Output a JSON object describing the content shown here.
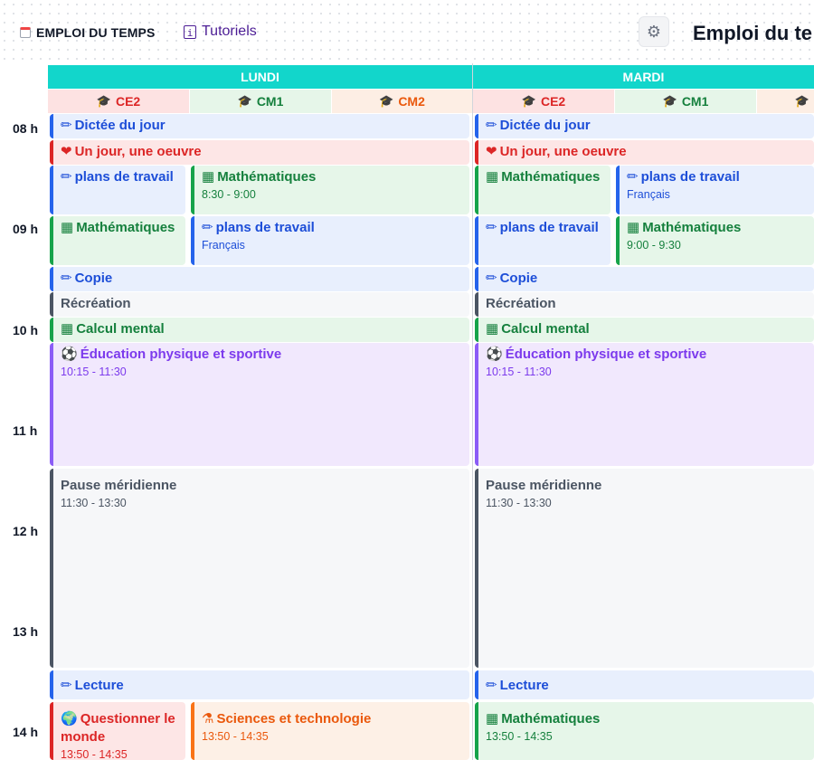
{
  "header": {
    "brand_label": "EMPLOI DU TEMPS",
    "tutorials_label": "Tutoriels",
    "page_title": "Emploi du te"
  },
  "days": [
    "LUNDI",
    "MARDI"
  ],
  "classes": {
    "lundi": [
      "CE2",
      "CM1",
      "CM2"
    ],
    "mardi": [
      "CE2",
      "CM1",
      ""
    ]
  },
  "hours": [
    "08 h",
    "09 h",
    "10 h",
    "11 h",
    "12 h",
    "13 h",
    "14 h"
  ],
  "events": {
    "lundi": [
      {
        "icon": "✏",
        "title": "Dictée du jour",
        "sub": ""
      },
      {
        "icon": "❤",
        "title": "Un jour, une oeuvre",
        "sub": ""
      },
      {
        "icon": "✏",
        "title": "plans de travail",
        "sub": ""
      },
      {
        "icon": "▦",
        "title": "Mathématiques",
        "sub": "8:30 - 9:00"
      },
      {
        "icon": "▦",
        "title": "Mathématiques",
        "sub": ""
      },
      {
        "icon": "✏",
        "title": "plans de travail",
        "sub": "Français"
      },
      {
        "icon": "✏",
        "title": "Copie",
        "sub": ""
      },
      {
        "icon": "",
        "title": "Récréation",
        "sub": ""
      },
      {
        "icon": "▦",
        "title": "Calcul mental",
        "sub": ""
      },
      {
        "icon": "⚽",
        "title": "Éducation physique et sportive",
        "sub": "10:15 - 11:30"
      },
      {
        "icon": "",
        "title": "Pause méridienne",
        "sub": "11:30 - 13:30"
      },
      {
        "icon": "✏",
        "title": "Lecture",
        "sub": ""
      },
      {
        "icon": "🌍",
        "title": "Questionner le monde",
        "sub": "13:50 - 14:35"
      },
      {
        "icon": "⚗",
        "title": "Sciences et technologie",
        "sub": "13:50 - 14:35"
      }
    ],
    "mardi": [
      {
        "icon": "✏",
        "title": "Dictée du jour",
        "sub": ""
      },
      {
        "icon": "❤",
        "title": "Un jour, une oeuvre",
        "sub": ""
      },
      {
        "icon": "▦",
        "title": "Mathématiques",
        "sub": ""
      },
      {
        "icon": "✏",
        "title": "plans de travail",
        "sub": "Français"
      },
      {
        "icon": "✏",
        "title": "plans de travail",
        "sub": ""
      },
      {
        "icon": "▦",
        "title": "Mathématiques",
        "sub": "9:00 - 9:30"
      },
      {
        "icon": "✏",
        "title": "Copie",
        "sub": ""
      },
      {
        "icon": "",
        "title": "Récréation",
        "sub": ""
      },
      {
        "icon": "▦",
        "title": "Calcul mental",
        "sub": ""
      },
      {
        "icon": "⚽",
        "title": "Éducation physique et sportive",
        "sub": "10:15 - 11:30"
      },
      {
        "icon": "",
        "title": "Pause méridienne",
        "sub": "11:30 - 13:30"
      },
      {
        "icon": "✏",
        "title": "Lecture",
        "sub": ""
      },
      {
        "icon": "▦",
        "title": "Mathématiques",
        "sub": "13:50 - 14:35"
      }
    ]
  },
  "colors": {
    "day_header": "#12d6cb",
    "blue": "#2563eb",
    "red": "#dc2626",
    "green": "#16a34a",
    "purple": "#8b5cf6",
    "orange": "#f97316",
    "gray": "#4b5563"
  }
}
